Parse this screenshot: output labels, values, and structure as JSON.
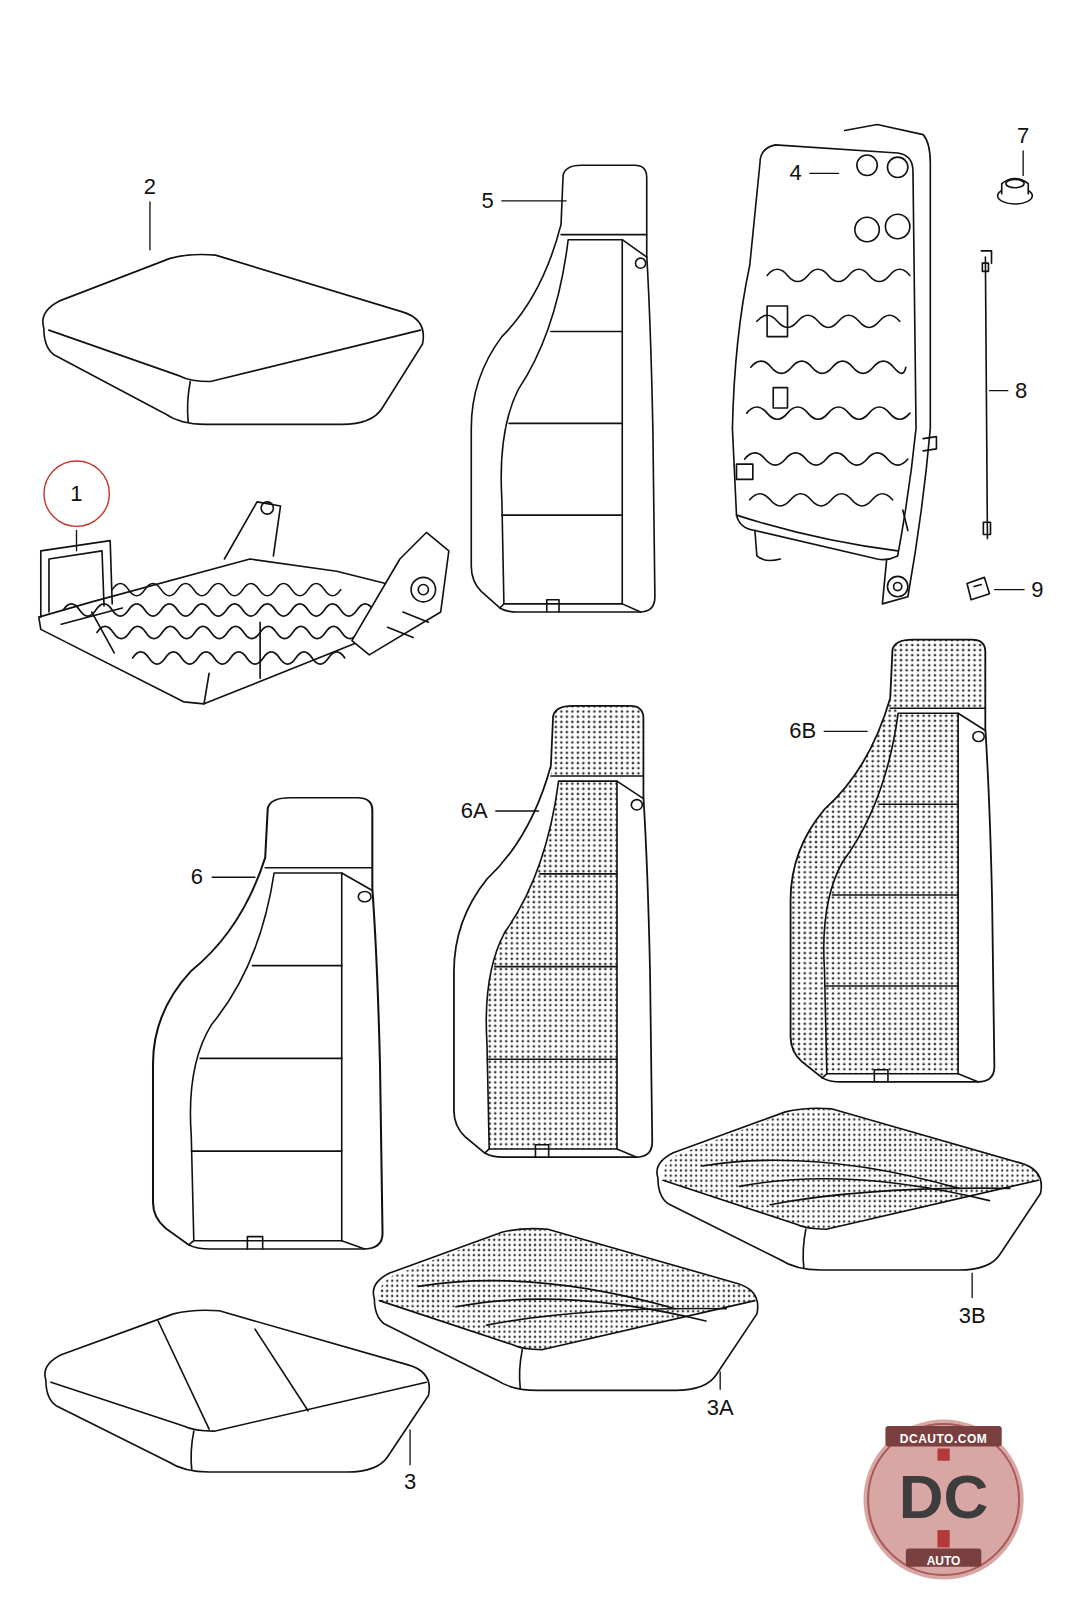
{
  "diagram": {
    "nodes": [
      {
        "text": [
          "1"
        ]
      }
    ],
    "labels": [
      "2",
      "5",
      "4",
      "7",
      "8",
      "9",
      "6B",
      "6A",
      "6",
      "3B",
      "3A",
      "3",
      "DCAUTO.COM",
      "DC",
      "AUTO"
    ]
  }
}
